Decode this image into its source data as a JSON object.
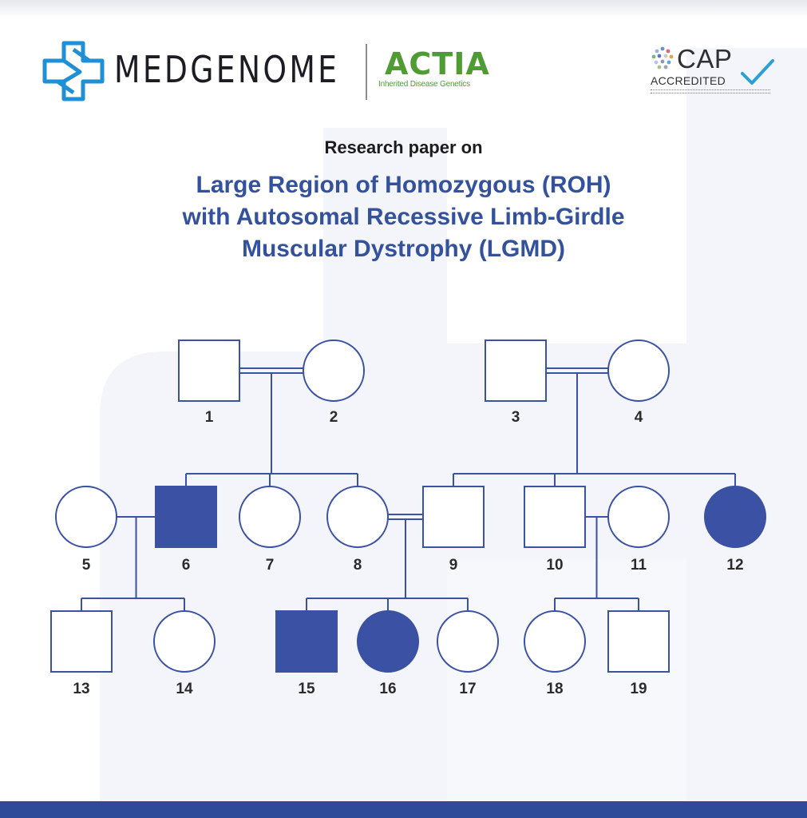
{
  "header": {
    "medgenome_logo": "MEDGENOME",
    "actia_logo": "ACTIA",
    "actia_tagline": "Inherited Disease Genetics",
    "cap_logo": "CAP",
    "cap_accredited": "ACCREDITED"
  },
  "kicker": "Research paper on",
  "title_lines": [
    "Large Region of Homozygous (ROH)",
    "with Autosomal Recessive Limb-Girdle",
    "Muscular Dystrophy (LGMD)"
  ],
  "colors": {
    "brand_blue": "#3b51a3",
    "title_blue": "#34529b",
    "logo_green": "#4e9c33",
    "logo_cyan": "#1f8fd6"
  },
  "pedigree": {
    "individuals": [
      {
        "id": "1",
        "sex": "male",
        "affected": false,
        "generation": 1
      },
      {
        "id": "2",
        "sex": "female",
        "affected": false,
        "generation": 1
      },
      {
        "id": "3",
        "sex": "male",
        "affected": false,
        "generation": 1
      },
      {
        "id": "4",
        "sex": "female",
        "affected": false,
        "generation": 1
      },
      {
        "id": "5",
        "sex": "female",
        "affected": false,
        "generation": 2
      },
      {
        "id": "6",
        "sex": "male",
        "affected": true,
        "generation": 2
      },
      {
        "id": "7",
        "sex": "female",
        "affected": false,
        "generation": 2
      },
      {
        "id": "8",
        "sex": "female",
        "affected": false,
        "generation": 2
      },
      {
        "id": "9",
        "sex": "male",
        "affected": false,
        "generation": 2
      },
      {
        "id": "10",
        "sex": "male",
        "affected": false,
        "generation": 2
      },
      {
        "id": "11",
        "sex": "female",
        "affected": false,
        "generation": 2
      },
      {
        "id": "12",
        "sex": "female",
        "affected": true,
        "generation": 2
      },
      {
        "id": "13",
        "sex": "male",
        "affected": false,
        "generation": 3
      },
      {
        "id": "14",
        "sex": "female",
        "affected": false,
        "generation": 3
      },
      {
        "id": "15",
        "sex": "male",
        "affected": true,
        "generation": 3
      },
      {
        "id": "16",
        "sex": "female",
        "affected": true,
        "generation": 3
      },
      {
        "id": "17",
        "sex": "female",
        "affected": false,
        "generation": 3
      },
      {
        "id": "18",
        "sex": "female",
        "affected": false,
        "generation": 3
      },
      {
        "id": "19",
        "sex": "male",
        "affected": false,
        "generation": 3
      }
    ],
    "couples": [
      {
        "partners": [
          "1",
          "2"
        ],
        "consanguineous": true,
        "children": [
          "6",
          "7",
          "8"
        ]
      },
      {
        "partners": [
          "3",
          "4"
        ],
        "consanguineous": true,
        "children": [
          "9",
          "10",
          "12"
        ]
      },
      {
        "partners": [
          "5",
          "6"
        ],
        "consanguineous": false,
        "children": [
          "13",
          "14"
        ]
      },
      {
        "partners": [
          "8",
          "9"
        ],
        "consanguineous": true,
        "children": [
          "15",
          "16",
          "17"
        ]
      },
      {
        "partners": [
          "10",
          "11"
        ],
        "consanguineous": false,
        "children": [
          "18",
          "19"
        ]
      }
    ]
  }
}
